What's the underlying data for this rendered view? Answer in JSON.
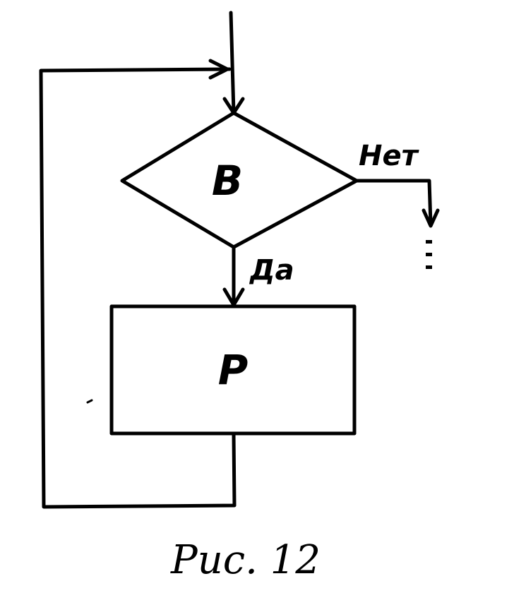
{
  "diagram": {
    "condition_label": "B",
    "process_label": "P",
    "yes_label": "Да",
    "no_label": "Нет",
    "caption": "Рис. 12"
  },
  "colors": {
    "ink": "#000000",
    "paper": "#ffffff"
  }
}
